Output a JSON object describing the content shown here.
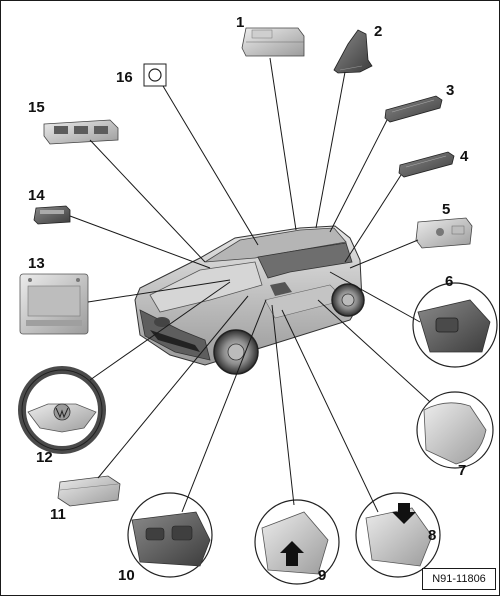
{
  "callouts": [
    "1",
    "2",
    "3",
    "4",
    "5",
    "6",
    "7",
    "8",
    "9",
    "10",
    "11",
    "12",
    "13",
    "14",
    "15",
    "16"
  ],
  "reference": "N91-11806",
  "colors": {
    "ink": "#1a1a1a",
    "part_light": "#d9d9d9",
    "part_mid": "#a8a8a8",
    "part_dark": "#5a5a5a"
  }
}
